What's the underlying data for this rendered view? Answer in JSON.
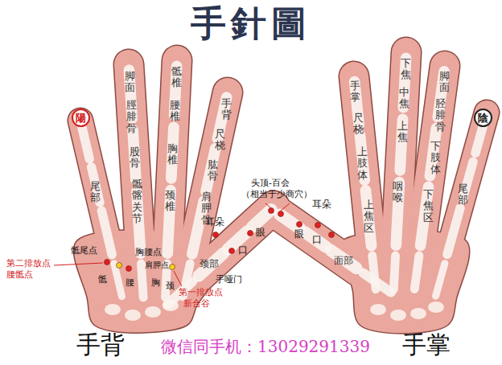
{
  "diagram": {
    "title": "手針圖",
    "nodes": [
      {
        "text": [
          "陽"
        ]
      },
      {
        "text": [
          "陰"
        ]
      }
    ],
    "labels": [
      "尾部",
      "脚面",
      "脛腓骨",
      "股骨",
      "骶髂关节",
      "骶椎",
      "腰椎",
      "胸椎",
      "颈椎",
      "手背",
      "尺桡",
      "肱骨",
      "肩胛骨",
      "颈部",
      "耳朵",
      "眼",
      "口",
      "手哑门",
      "骶尾点",
      "第二排放点",
      "腰骶点",
      "骶",
      "腰",
      "胸腰点",
      "胸",
      "肩胛点",
      "颈",
      "第一排放点",
      "新合谷",
      "头顶-百会",
      "（相当于少商穴）",
      "耳朵",
      "眼",
      "口",
      "面部",
      "手掌",
      "尺桡",
      "上肢体",
      "上焦区",
      "下焦",
      "中焦",
      "上焦",
      "咽喉",
      "脚面",
      "胫腓骨",
      "下肢体",
      "下焦区",
      "尾部",
      "手背",
      "微信同手机：13029291339",
      "手掌"
    ]
  }
}
